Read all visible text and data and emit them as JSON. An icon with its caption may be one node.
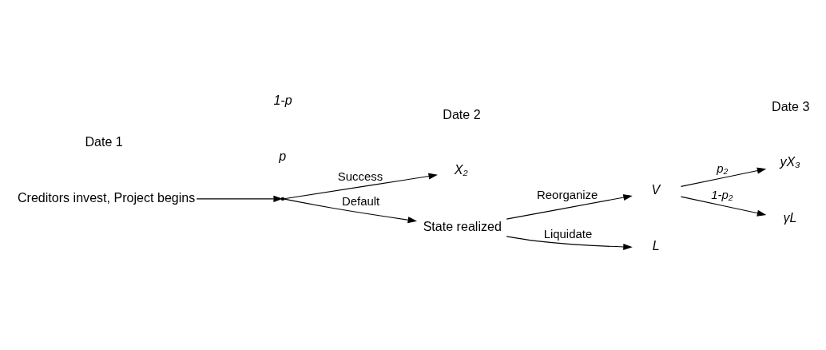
{
  "diagram": {
    "nodes": [
      {
        "text": [
          "Creditors invest, Project begins"
        ]
      },
      {
        "text": [],
        "shape": "point"
      },
      {
        "text": [
          "X₂"
        ]
      },
      {
        "text": [
          "State realized"
        ]
      },
      {
        "text": [
          "V"
        ]
      },
      {
        "text": [
          "yX₃"
        ]
      },
      {
        "text": [
          "γL"
        ]
      },
      {
        "text": [
          "L"
        ]
      }
    ],
    "edges": [
      {
        "from": 0,
        "to": 1,
        "arrow": "to"
      },
      {
        "from": 1,
        "to": 2,
        "arrow": "to",
        "label": "Success"
      },
      {
        "from": 1,
        "to": 3,
        "arrow": "to",
        "label": "Default"
      },
      {
        "from": 3,
        "to": 4,
        "arrow": "to",
        "label": "Reorganize"
      },
      {
        "from": 3,
        "to": 7,
        "arrow": "to",
        "label": "Liquidate"
      },
      {
        "from": 4,
        "to": 5,
        "arrow": "to",
        "label": "p₂"
      },
      {
        "from": 4,
        "to": 6,
        "arrow": "to",
        "label": "1-p₂"
      }
    ],
    "labels": [
      "Date 1",
      "Date 2",
      "Date 3",
      "p",
      "1-p"
    ]
  }
}
